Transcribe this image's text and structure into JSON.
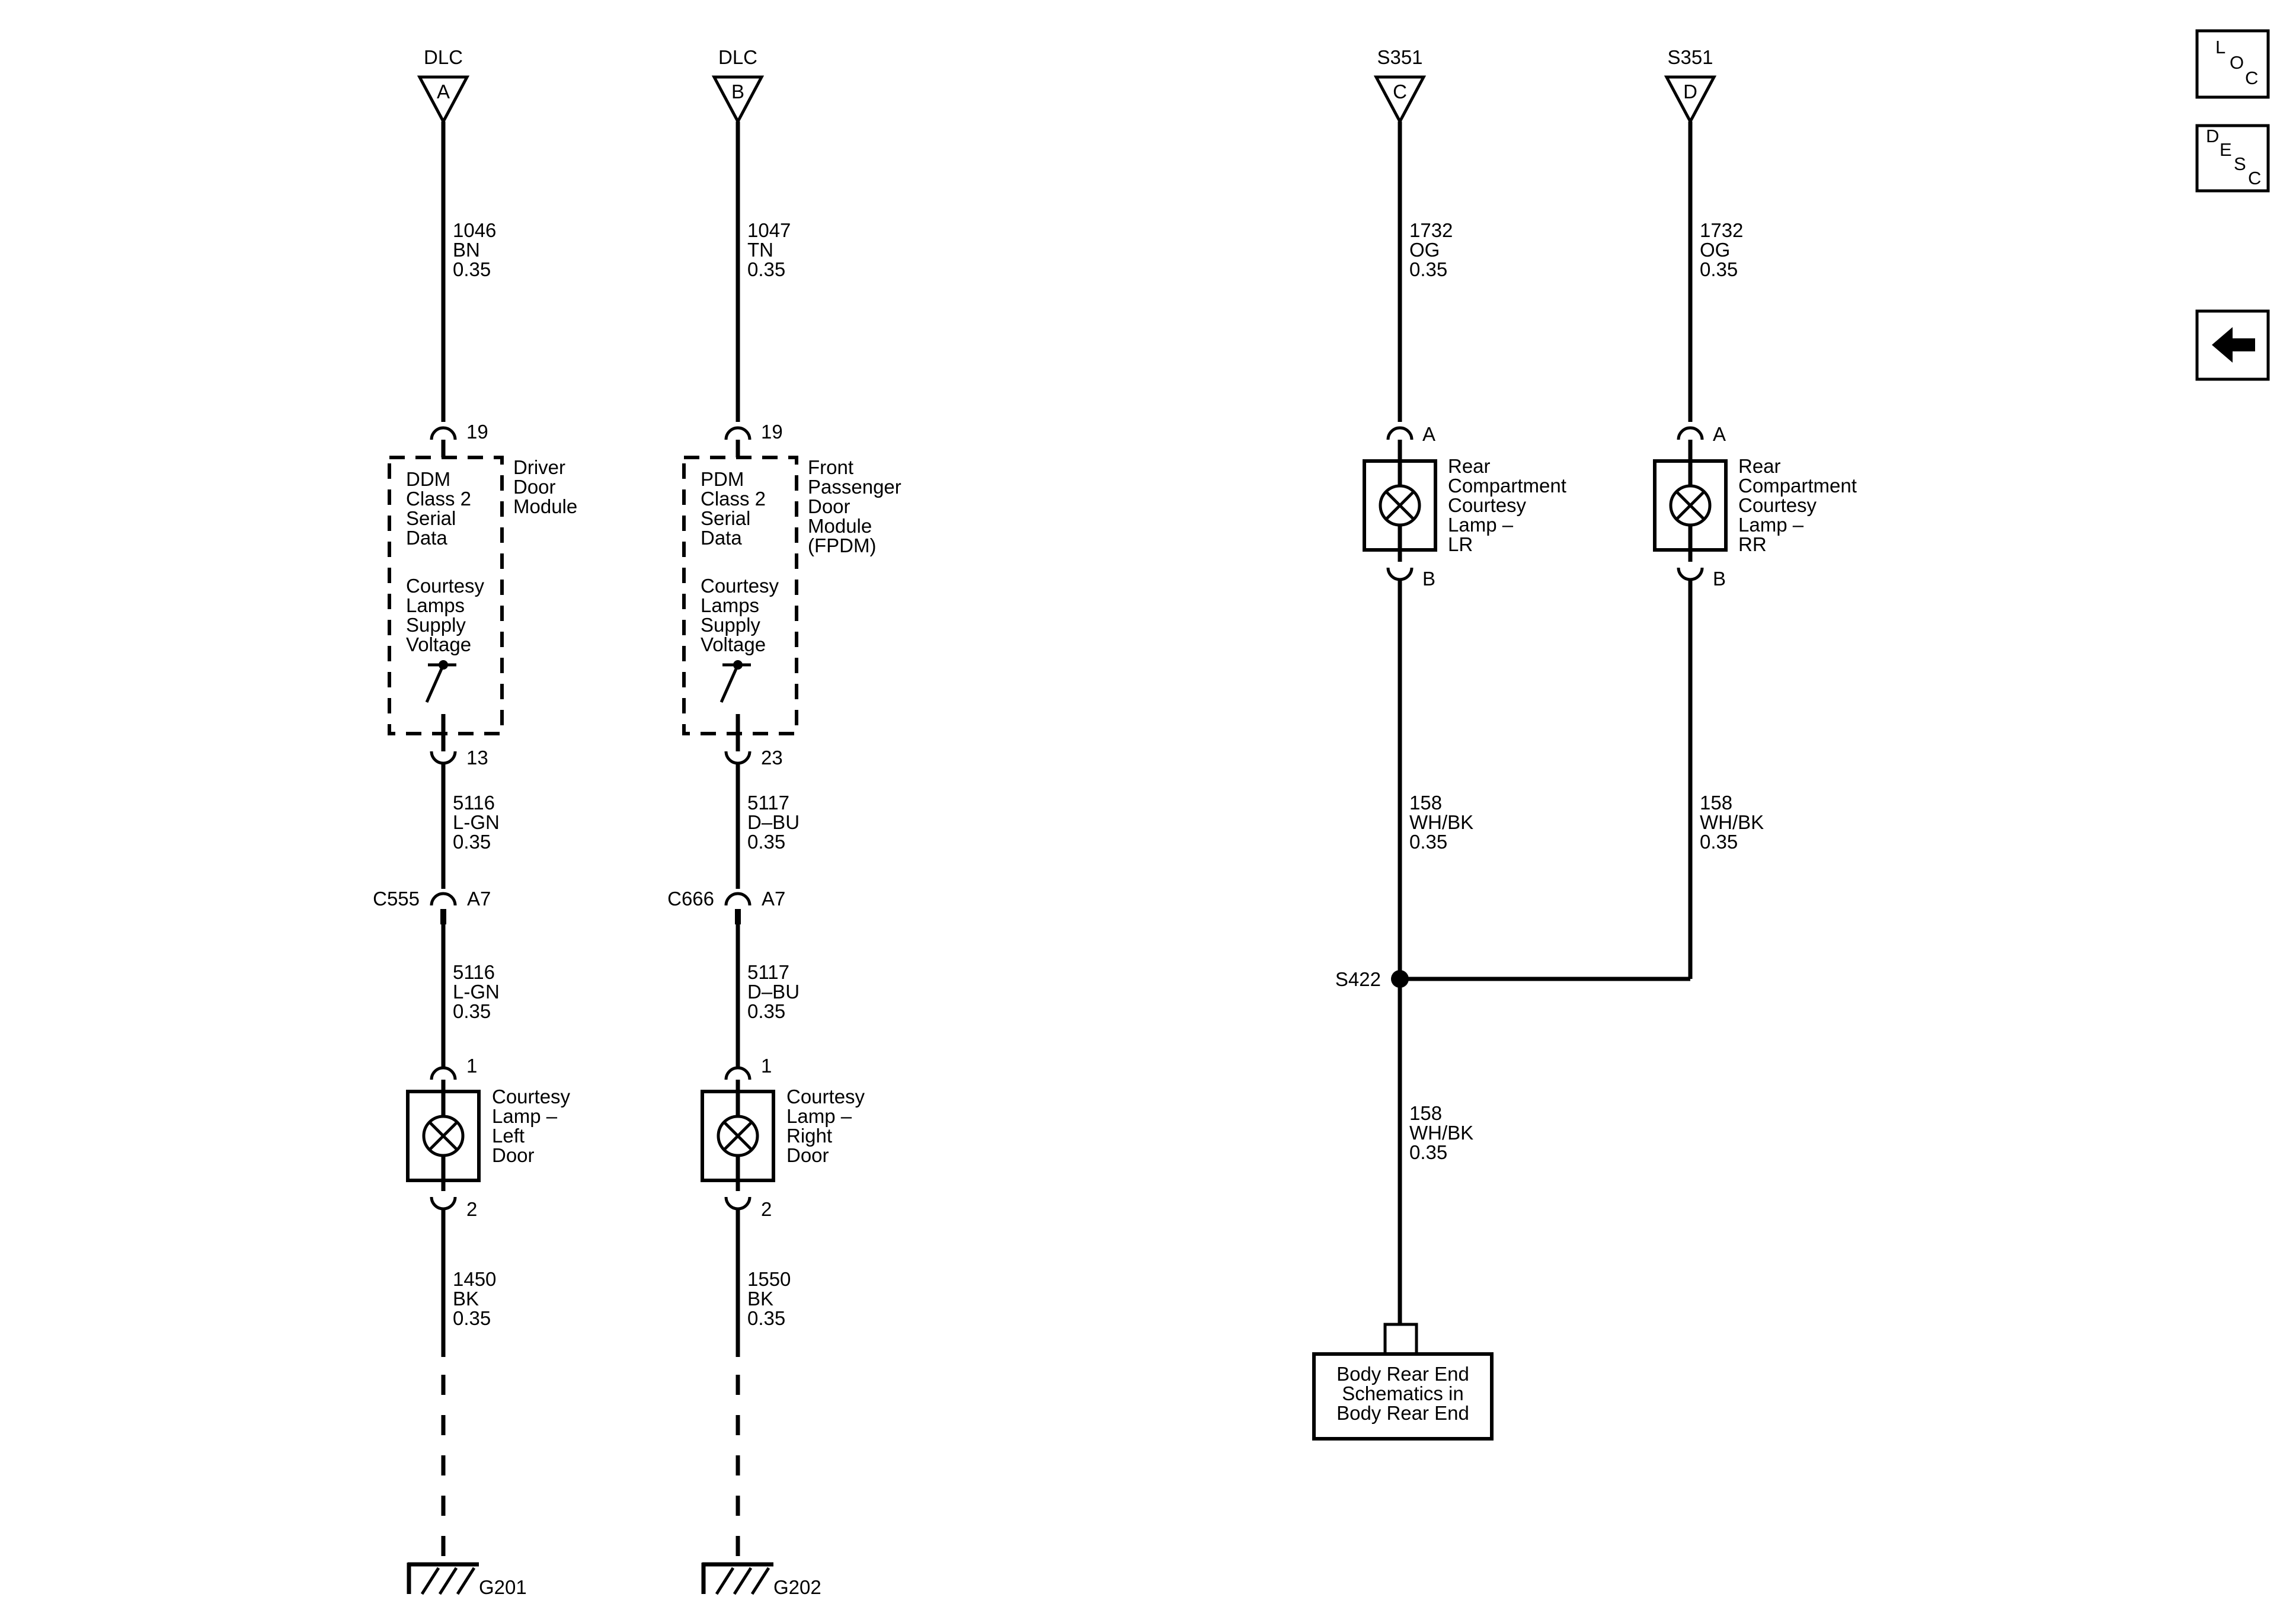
{
  "columns": {
    "left1": {
      "top_connector": {
        "name": "DLC",
        "pin": "A"
      },
      "wire_top": [
        "1046",
        "BN",
        "0.35"
      ],
      "module_pin_in": "19",
      "module_func": [
        "DDM",
        "Class 2",
        "Serial",
        "Data"
      ],
      "module_func2": [
        "Courtesy",
        "Lamps",
        "Supply",
        "Voltage"
      ],
      "module_name": [
        "Driver",
        "Door",
        "Module"
      ],
      "module_pin_out": "13",
      "wire_mid": [
        "5116",
        "L-GN",
        "0.35"
      ],
      "inline_connector": "C555",
      "inline_pin": "A7",
      "wire_low": [
        "5116",
        "L-GN",
        "0.35"
      ],
      "lamp_pin1": "1",
      "lamp_name": [
        "Courtesy",
        "Lamp –",
        "Left",
        "Door"
      ],
      "lamp_pin2": "2",
      "wire_ground": [
        "1450",
        "BK",
        "0.35"
      ],
      "ground": "G201"
    },
    "left2": {
      "top_connector": {
        "name": "DLC",
        "pin": "B"
      },
      "wire_top": [
        "1047",
        "TN",
        "0.35"
      ],
      "module_pin_in": "19",
      "module_func": [
        "PDM",
        "Class 2",
        "Serial",
        "Data"
      ],
      "module_func2": [
        "Courtesy",
        "Lamps",
        "Supply",
        "Voltage"
      ],
      "module_name": [
        "Front",
        "Passenger",
        "Door",
        "Module",
        "(FPDM)"
      ],
      "module_pin_out": "23",
      "wire_mid": [
        "5117",
        "D–BU",
        "0.35"
      ],
      "inline_connector": "C666",
      "inline_pin": "A7",
      "wire_low": [
        "5117",
        "D–BU",
        "0.35"
      ],
      "lamp_pin1": "1",
      "lamp_name": [
        "Courtesy",
        "Lamp –",
        "Right",
        "Door"
      ],
      "lamp_pin2": "2",
      "wire_ground": [
        "1550",
        "BK",
        "0.35"
      ],
      "ground": "G202"
    },
    "right1": {
      "top_connector": {
        "name": "S351",
        "pin": "C"
      },
      "wire_top": [
        "1732",
        "OG",
        "0.35"
      ],
      "lamp_pin1": "A",
      "lamp_name": [
        "Rear",
        "Compartment",
        "Courtesy",
        "Lamp –",
        "LR"
      ],
      "lamp_pin2": "B",
      "wire_low": [
        "158",
        "WH/BK",
        "0.35"
      ]
    },
    "right2": {
      "top_connector": {
        "name": "S351",
        "pin": "D"
      },
      "wire_top": [
        "1732",
        "OG",
        "0.35"
      ],
      "lamp_pin1": "A",
      "lamp_name": [
        "Rear",
        "Compartment",
        "Courtesy",
        "Lamp –",
        "RR"
      ],
      "lamp_pin2": "B",
      "wire_low": [
        "158",
        "WH/BK",
        "0.35"
      ]
    }
  },
  "splice": {
    "name": "S422"
  },
  "wire_out": [
    "158",
    "WH/BK",
    "0.35"
  ],
  "reference_box": [
    "Body Rear End",
    "Schematics in",
    "Body Rear End"
  ],
  "buttons": {
    "loc": [
      "L",
      "O",
      "C"
    ],
    "desc": [
      "D",
      "E",
      "S",
      "C"
    ]
  }
}
